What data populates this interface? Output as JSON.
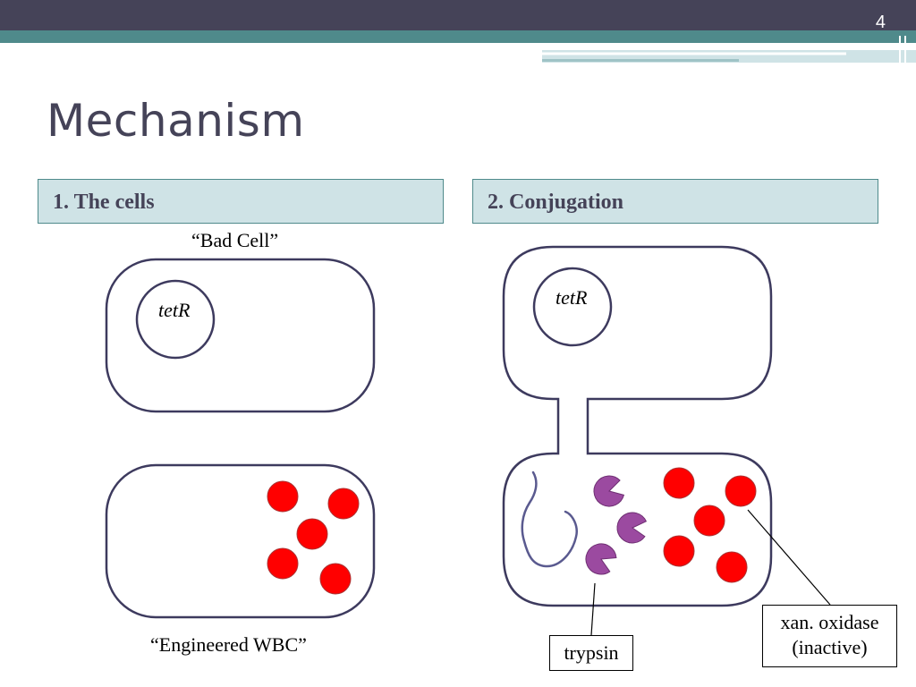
{
  "slide": {
    "number": "4",
    "title": "Mechanism"
  },
  "panels": {
    "cells": {
      "header": "1. The cells",
      "bad_cell_caption": "“Bad Cell”",
      "bad_cell_plasmid_label": "tetR",
      "wbc_caption": "“Engineered WBC”"
    },
    "conjugation": {
      "header": "2. Conjugation",
      "plasmid_label": "tetR",
      "trypsin_label": "trypsin",
      "xan_line1": "xan. oxidase",
      "xan_line2": "(inactive)"
    }
  },
  "colors": {
    "dark": "#454358",
    "teal": "#4f8a8b",
    "header_fill": "#cfe3e6",
    "outline": "#3d3a5e",
    "red": "#ff0000",
    "purple": "#9b4aa0",
    "dna": "#5a5a8f"
  }
}
